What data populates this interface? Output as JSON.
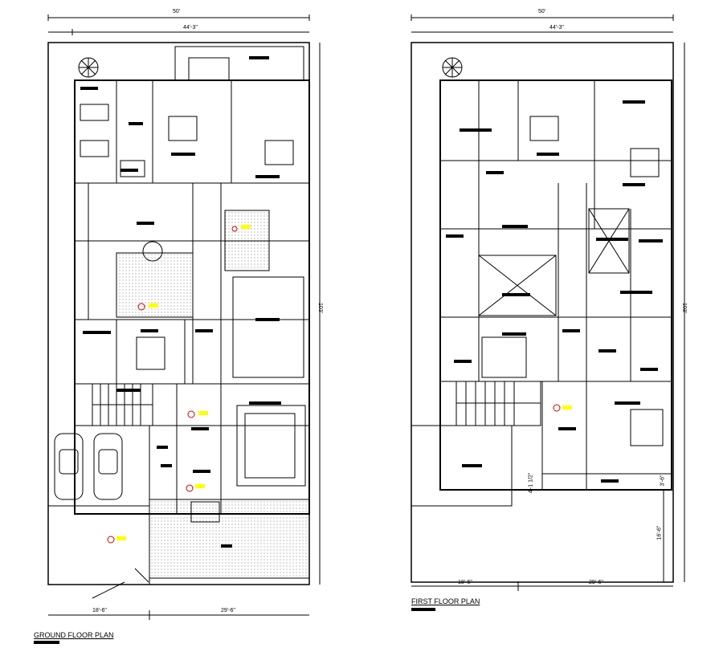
{
  "ground_floor": {
    "title": "GROUND FLOOR PLAN",
    "dim_total_width": "50'",
    "dim_inner_width": "44'-3\"",
    "dim_depth": "103'",
    "dim_left_bottom": "18'-6\"",
    "dim_right_bottom": "29'-6\""
  },
  "first_floor": {
    "title": "FIRST  FLOOR PLAN",
    "dim_total_width": "50'",
    "dim_inner_width": "44'-3\"",
    "dim_depth": "103'",
    "dim_left_bottom": "18'-6\"",
    "dim_right_bottom": "29'-6\"",
    "dim_balcony_depth": "16'-6\"",
    "dim_projection": "3'-6\"",
    "dim_offset": "4'-1 1/2\""
  },
  "colors": {
    "line": "#000000",
    "highlight": "#ffff00",
    "marker": "#cc0000",
    "background": "#ffffff"
  }
}
